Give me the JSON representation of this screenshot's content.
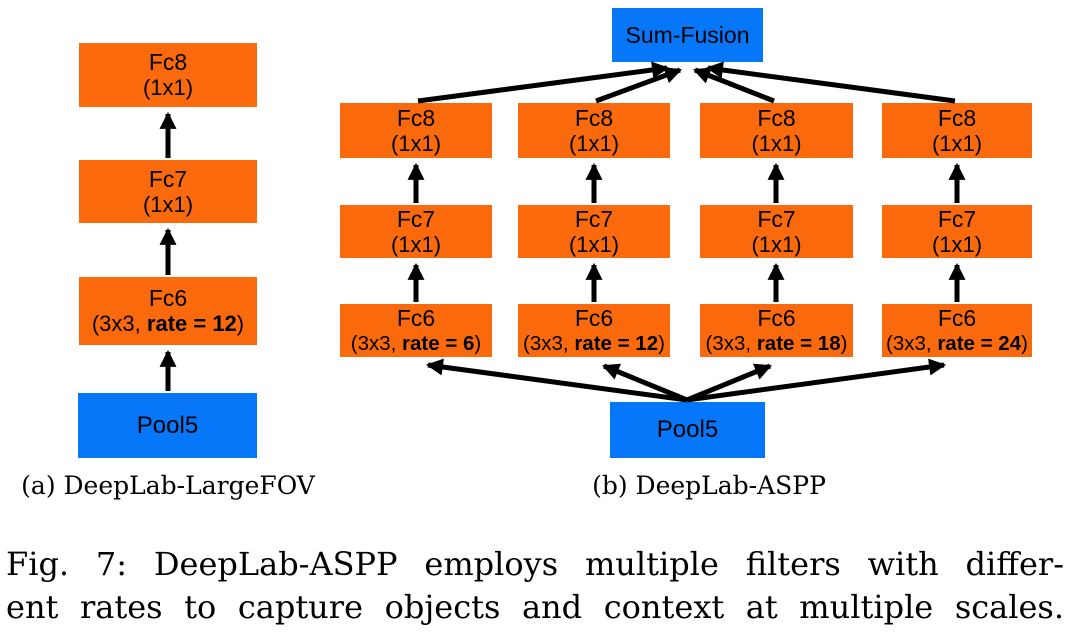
{
  "figure": {
    "colors": {
      "box_orange": "#FA6A0C",
      "box_blue": "#0677F9",
      "arrow_black": "#000000"
    },
    "left": {
      "caption": "(a) DeepLab-LargeFOV",
      "fc8": {
        "title": "Fc8",
        "sub": "(1x1)"
      },
      "fc7": {
        "title": "Fc7",
        "sub": "(1x1)"
      },
      "fc6": {
        "title": "Fc6",
        "sub_prefix": "(3x3, ",
        "sub_bold": "rate = 12",
        "sub_suffix": ")"
      },
      "pool": {
        "title": "Pool5"
      }
    },
    "right": {
      "caption": "(b) DeepLab-ASPP",
      "fusion": {
        "title": "Sum-Fusion"
      },
      "pool": {
        "title": "Pool5"
      },
      "branches": [
        {
          "fc8_title": "Fc8",
          "fc8_sub": "(1x1)",
          "fc7_title": "Fc7",
          "fc7_sub": "(1x1)",
          "fc6_title": "Fc6",
          "fc6_prefix": "(3x3, ",
          "fc6_bold": "rate = 6",
          "fc6_suffix": ")"
        },
        {
          "fc8_title": "Fc8",
          "fc8_sub": "(1x1)",
          "fc7_title": "Fc7",
          "fc7_sub": "(1x1)",
          "fc6_title": "Fc6",
          "fc6_prefix": "(3x3, ",
          "fc6_bold": "rate = 12",
          "fc6_suffix": ")"
        },
        {
          "fc8_title": "Fc8",
          "fc8_sub": "(1x1)",
          "fc7_title": "Fc7",
          "fc7_sub": "(1x1)",
          "fc6_title": "Fc6",
          "fc6_prefix": "(3x3, ",
          "fc6_bold": "rate = 18",
          "fc6_suffix": ")"
        },
        {
          "fc8_title": "Fc8",
          "fc8_sub": "(1x1)",
          "fc7_title": "Fc7",
          "fc7_sub": "(1x1)",
          "fc6_title": "Fc6",
          "fc6_prefix": "(3x3, ",
          "fc6_bold": "rate = 24",
          "fc6_suffix": ")"
        }
      ]
    },
    "caption": {
      "line1": "Fig. 7: DeepLab-ASPP employs multiple filters with differ-",
      "line2": "ent rates to capture objects and context at multiple scales."
    }
  }
}
